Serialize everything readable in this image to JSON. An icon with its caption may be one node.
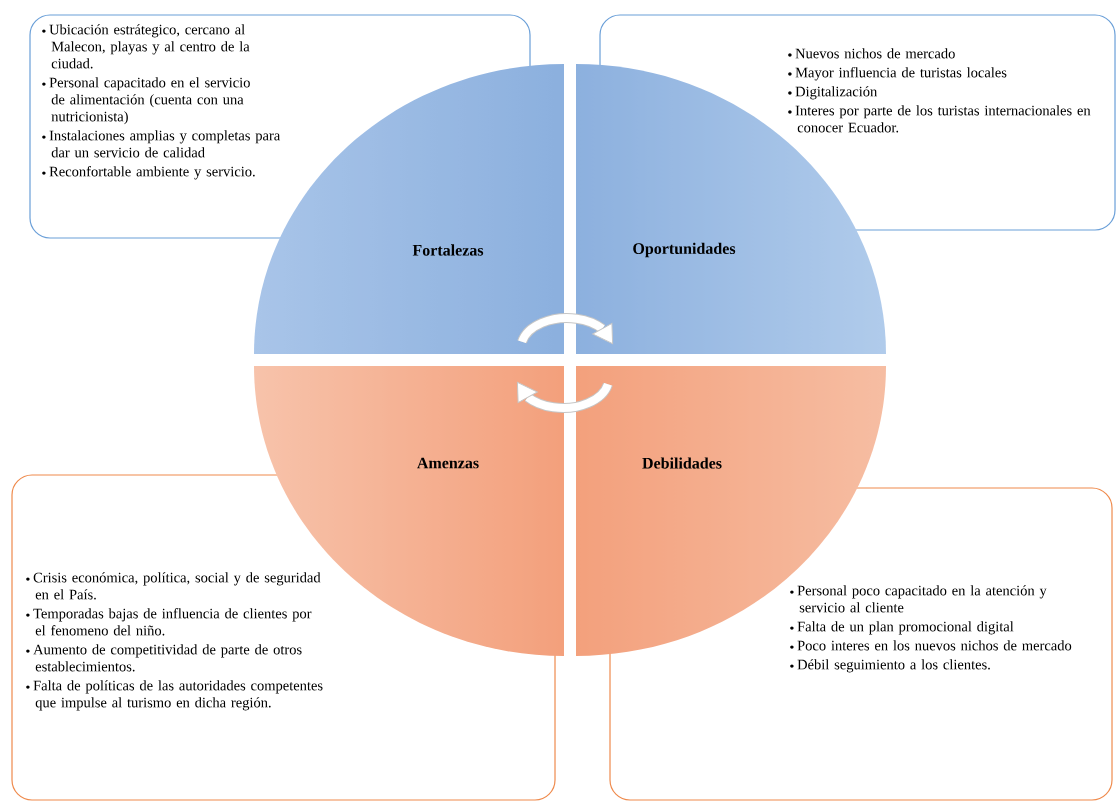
{
  "diagram": {
    "nodes": [
      {
        "text": [
          "Ubicación estrátegico, cercano al Malecon, playas y al centro de la ciudad.",
          "Personal capacitado en el servicio de alimentación (cuenta con una nutricionista)",
          "Instalaciones amplias y completas para dar un servicio de calidad",
          "Reconfortable ambiente y servicio."
        ]
      },
      {
        "text": [
          "Nuevos nichos de mercado",
          "Mayor influencia de turistas locales",
          "Digitalización",
          "Interes por parte de los turistas internacionales en conocer Ecuador."
        ]
      },
      {
        "text": [
          "Fortalezas"
        ]
      },
      {
        "text": [
          "Oportunidades"
        ]
      },
      {
        "text": [
          "Amenzas"
        ]
      },
      {
        "text": [
          "Debilidades"
        ]
      },
      {
        "text": [
          "Crisis económica, política, social y de seguridad en el País.",
          "Temporadas bajas de influencia de clientes por el fenomeno del niño.",
          "Aumento de competitividad de parte de otros establecimientos.",
          "Falta de políticas de las autoridades competentes que impulse al turismo en dicha región."
        ]
      },
      {
        "text": [
          "Personal poco capacitado en la atención y servicio al cliente",
          "Falta de un plan promocional digital",
          "Poco interes en los nuevos nichos de mercado",
          "Débil seguimiento a los clientes."
        ]
      }
    ]
  }
}
